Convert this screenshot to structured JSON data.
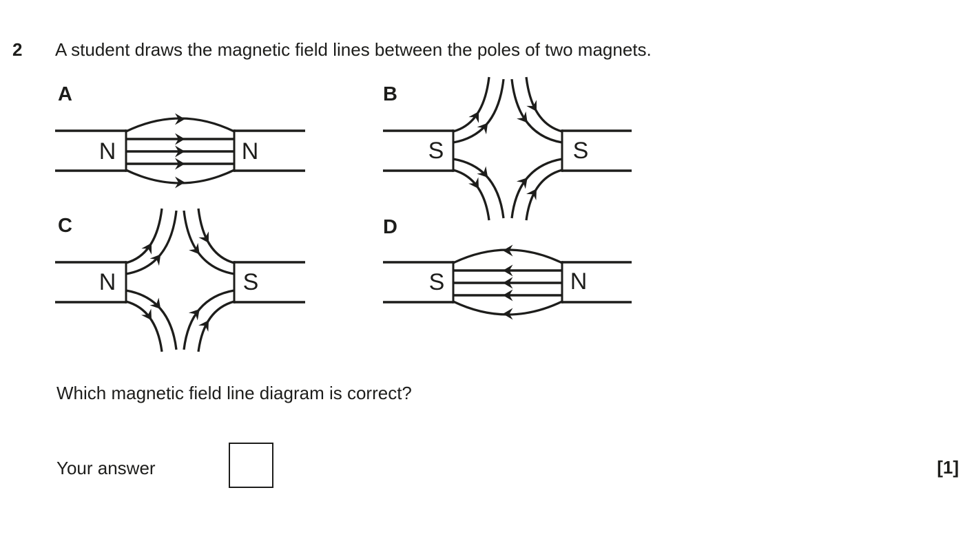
{
  "page": {
    "question_number": "2",
    "question_text": "A student draws the magnetic field lines between the poles of two magnets.",
    "prompt_text": "Which magnetic field line diagram is correct?",
    "answer_label": "Your answer",
    "answer_value": "",
    "marks": "[1]"
  },
  "diagrams": [
    {
      "label": "A",
      "left_pole": "N",
      "right_pole": "N",
      "pattern": "straight",
      "flow": "right"
    },
    {
      "label": "B",
      "left_pole": "S",
      "right_pole": "S",
      "pattern": "diverging",
      "flow": "left-to-right"
    },
    {
      "label": "C",
      "left_pole": "N",
      "right_pole": "S",
      "pattern": "diverging",
      "flow": "left-to-right"
    },
    {
      "label": "D",
      "left_pole": "S",
      "right_pole": "N",
      "pattern": "straight",
      "flow": "left"
    }
  ],
  "colors": {
    "ink": "#1d1d1b",
    "background": "#ffffff"
  }
}
